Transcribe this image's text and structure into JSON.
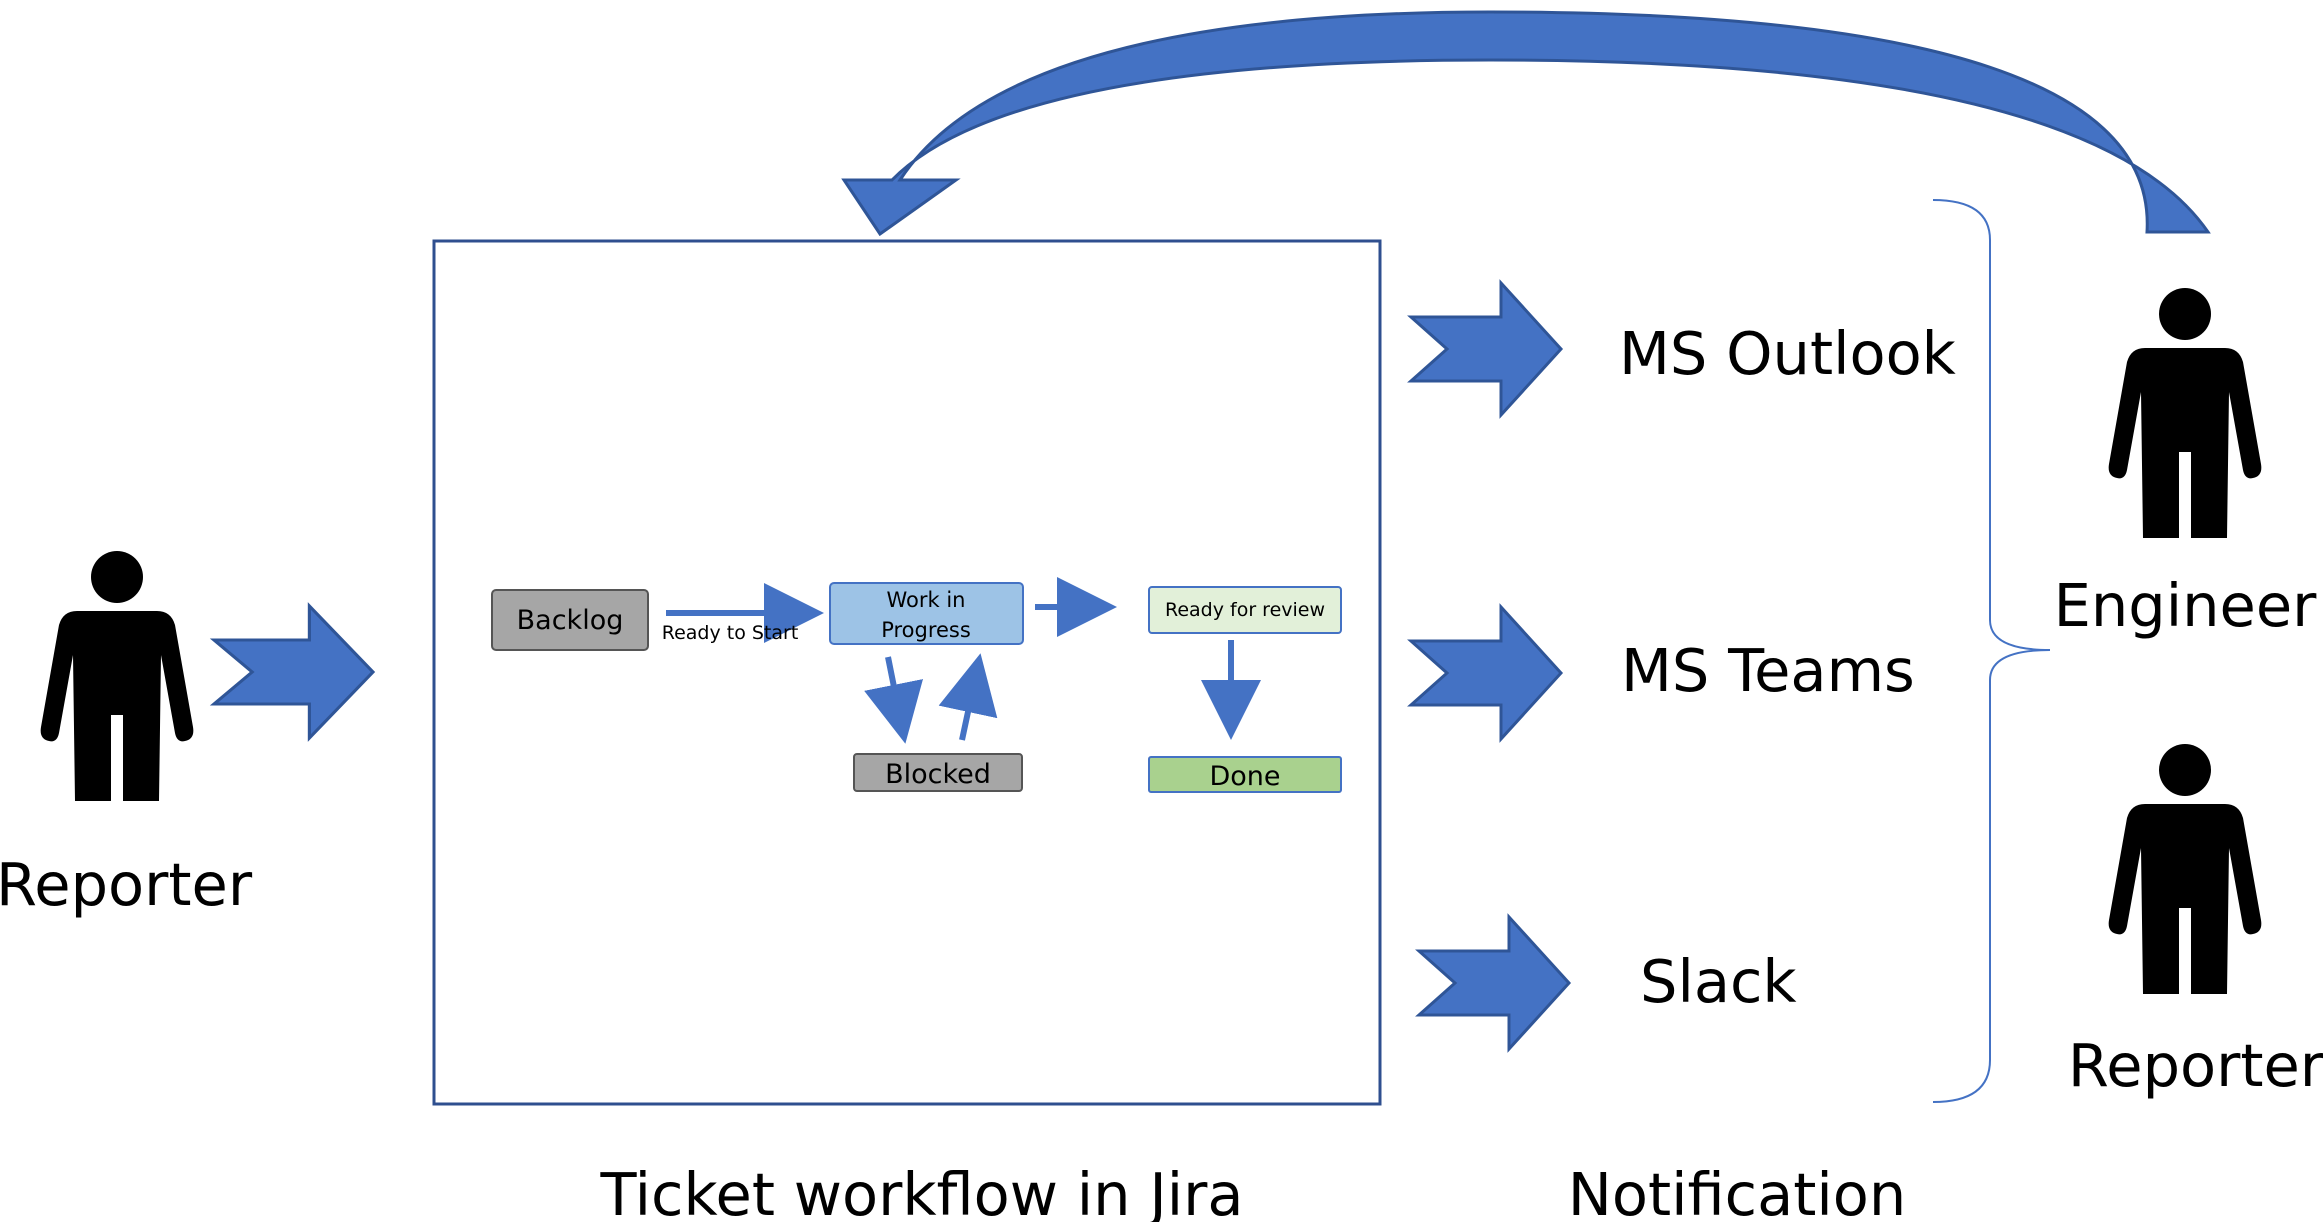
{
  "colors": {
    "arrow_fill": "#4472c4",
    "arrow_stroke": "#2f5597",
    "frame": "#2f4f8f",
    "brace": "#4472c4",
    "person": "#000000",
    "backlog_fill": "#a6a6a6",
    "wip_fill": "#9dc3e6",
    "review_fill": "#e2f0d9",
    "blocked_fill": "#a6a6a6",
    "done_fill": "#a9d18e"
  },
  "actors": {
    "left_reporter": "Reporter",
    "engineer": "Engineer",
    "right_reporter": "Reporter"
  },
  "workflow": {
    "backlog": "Backlog",
    "transition_label": "Ready to Start",
    "work_in_progress_line1": "Work in",
    "work_in_progress_line2": "Progress",
    "ready_for_review": "Ready for review",
    "blocked": "Blocked",
    "done": "Done"
  },
  "notifications": {
    "outlook": "MS Outlook",
    "teams": "MS Teams",
    "slack": "Slack"
  },
  "captions": {
    "workflow": "Ticket workflow in Jira",
    "notification": "Notification"
  },
  "icons": [
    "person-icon",
    "chevron-arrow-icon",
    "curved-arrow-icon",
    "brace-icon"
  ]
}
